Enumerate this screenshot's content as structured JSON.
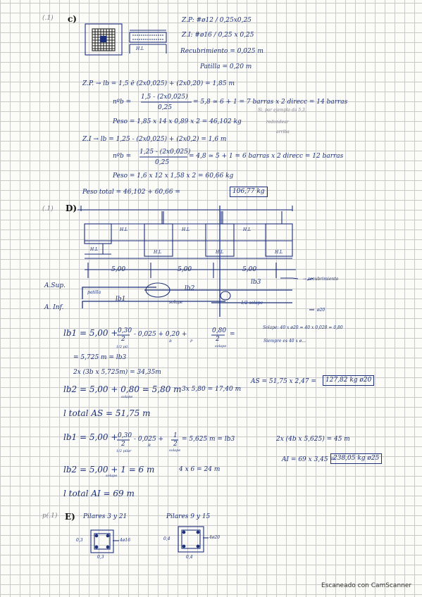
{
  "header": {
    "section_c": "c)",
    "zp_line": "Z.P:  #ø12 / 0,25x0,25",
    "zi_line": "Z.I:  #ø16 / 0,25 x 0,25",
    "recub_line": "Recubrimiento = 0,025 m",
    "patilla_line": "Patilla = 0,20 m",
    "hl_label": "H.L",
    "margin_c": "(.1)"
  },
  "calc_zp": {
    "lb_line": "Z.P. → lb = 1,5 ē (2x0,025) + (2x0,20) = 1,85 m",
    "nb_prefix": "nºb =",
    "nb_num": "1,5 - (2x0,025)",
    "nb_den": "0,25",
    "nb_result": "= 5,8 ≃ 6 + 1 = 7 barras x 2 direcc = 14 barras",
    "note1": "Si, por ejemplo da 5,3,",
    "note2": "redondear",
    "note3": "arriba",
    "peso_line": "Peso = 1,85 x 14 x 0,89 x 2 = 46,102 kg"
  },
  "calc_zi": {
    "lb_line": "Z.I → lb = 1,25 - (2x0,025) + (2x0,2) = 1,6 m",
    "nb_prefix": "nºb =",
    "nb_num": "1,25 - (2x0,025)",
    "nb_den": "0,25",
    "nb_result": "= 4,8 ≃ 5 + 1 = 6 barras x 2 direcc = 12 barras",
    "peso_line": "Peso = 1,6 x 12 x 1,58 x 2 = 60,66 kg",
    "total_prefix": "Peso total = 46,102 + 60,66 =",
    "total_box": "106,77 kg"
  },
  "section_d": {
    "label": "D)",
    "margin": "(.1)",
    "hl": "H.L",
    "dims": [
      "5,00",
      "5,00",
      "5,00"
    ],
    "recub_note": "→ recubrimiento",
    "a_sup": "A.Sup.",
    "a_inf": "A. Inf.",
    "patilla": "patilla",
    "solape": "solape",
    "half_solape": "1/2 solape",
    "lb1": "lb1",
    "lb2": "lb2",
    "lb3": "lb3",
    "phi": "ø20"
  },
  "calc_sup": {
    "lb1_line": "lb1 = 5,00 +",
    "lb1_frac_num": "0,30",
    "lb1_frac_den": "2",
    "lb1_mid": "- 0,025 + 0,20 +",
    "lb1_frac2_num": "0,80",
    "lb1_frac2_den": "2",
    "lb1_eq": "=",
    "sub_pil": "1/2 pil.",
    "sub_r": "R",
    "sub_p": "P",
    "sub_solape": "solape",
    "solape_line": "Solape: 40 x ø20 = 40 x 0,020 = 0,80",
    "siempre_line": "Siempre es 40 x ø...",
    "lb1_result": "= 5,725 m = lb3",
    "count_line": "2x (3b x 5,725m) = 34,35m",
    "lb2_line": "lb2 = 5,00 + 0,80 = 5,80 m",
    "lb2_sub": "solape",
    "lb2_mult": "3x 5,80 = 17,40 m",
    "as_prefix": "AS = 51,75 x 2,47 =",
    "as_box": "127,82 kg ø20",
    "total_line": "l total AS = 51,75 m"
  },
  "calc_inf": {
    "lb1_line": "lb1 = 5,00 +",
    "lb1_frac_num": "0,30",
    "lb1_frac_den": "2",
    "lb1_mid": "- 0,025 +",
    "lb1_frac2_num": "1",
    "lb1_frac2_den": "2",
    "lb1_result": "= 5,625 m = lb3",
    "sub_pilar": "1/2 pilar",
    "sub_r": "R",
    "sub_solape": "solape",
    "count_line": "2x (4b x 5,625) = 45 m",
    "lb2_line": "lb2 = 5,00 + 1 = 6 m",
    "lb2_sub": "solape",
    "lb2_mult": "4 x 6 = 24 m",
    "ai_prefix": "AI = 69 x 3,45 =",
    "ai_box": "238,05 kg ø25",
    "total_line": "l total AI = 69 m"
  },
  "section_e": {
    "label": "E)",
    "margin": "p(.1)",
    "pilares1": "Pilares 3 y 21",
    "pilares2": "Pilares 9 y 15",
    "dim1": "0,3",
    "dim1b": "0,3",
    "bars1": "4ø16",
    "dim2": "0,4",
    "dim2b": "0,4",
    "bars2": "4ø20"
  },
  "footer": {
    "text": "Escaneado con CamScanner"
  }
}
